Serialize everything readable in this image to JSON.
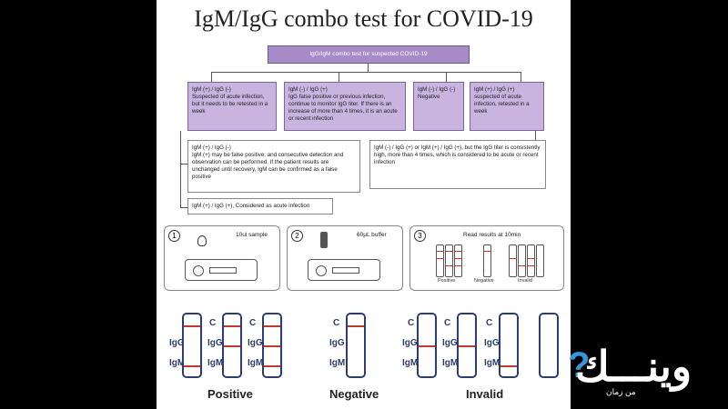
{
  "title": "IgM/IgG combo test for COVID-19",
  "header": "IgG/IgM combo test for suspected COVID-19",
  "boxes": {
    "b1": "IgM (+) / IgG (-)\nSuspected of acute infection, but it needs to be retested in a week",
    "b2": "IgM (-) / IgG (+)\nIgG false positive or previous infection, continue to monitor IgG titer. If there is an increase of more than 4 times, it is an acute or recent infection",
    "b3": "IgM (-) / IgG (-)\nNegative",
    "b4": "IgM (+) / IgG (+)\nsuspected of acute infection, retested in a week",
    "b5": "IgM (+) / IgG (-)\nIgM (+) may be false positive, and consecutive detection and observation can be performed. If the patient results are unchanged until recovery, IgM can be confirmed as a false positive",
    "b6": "IgM (-) / IgG (+) or IgM (+) / IgG (+), but the IgG titer is consistently high, more than 4 times, which is considered to be acute or recent infection",
    "b7": "IgM (+) / IgG (+), Considered as acute infection"
  },
  "steps": {
    "s1": {
      "num": "1",
      "label": "10ul sample"
    },
    "s2": {
      "num": "2",
      "label": "60μL buffer"
    },
    "s3": {
      "num": "3",
      "label": "Read results at 10min"
    }
  },
  "mini_labels": [
    "Positive",
    "Negative",
    "Invalid"
  ],
  "line_labels": {
    "c": "C",
    "igg": "IgG",
    "igm": "IgM"
  },
  "categories": [
    "Positive",
    "Negative",
    "Invalid"
  ],
  "logo": {
    "text": "وينـــك",
    "sub": "من زمان"
  },
  "colors": {
    "purple": "#a78bc7",
    "light_purple": "#c8b4df",
    "band": "#c0392b"
  }
}
